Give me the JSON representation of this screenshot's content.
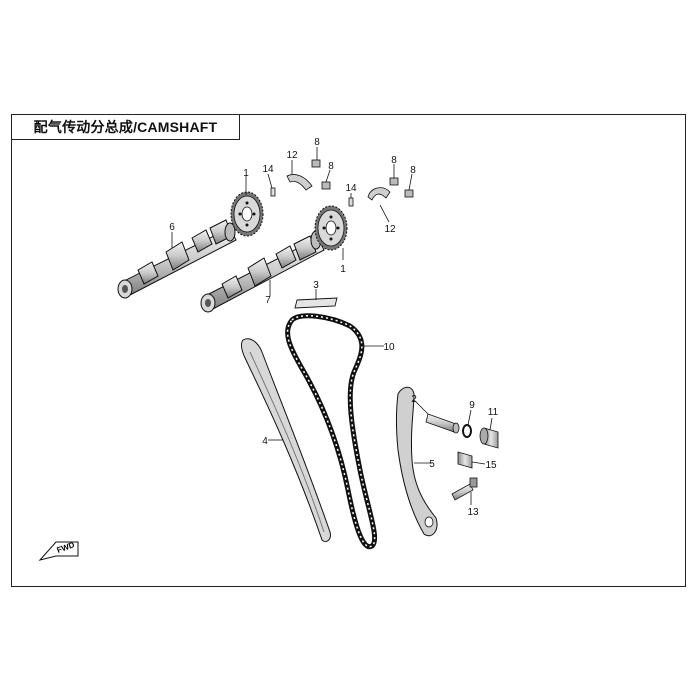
{
  "diagram": {
    "title": "配气传动分总成/CAMSHAFT",
    "fwd_label": "FWD",
    "callouts": [
      "1",
      "1",
      "2",
      "3",
      "4",
      "5",
      "6",
      "7",
      "8",
      "8",
      "8",
      "8",
      "9",
      "10",
      "11",
      "12",
      "12",
      "13",
      "14",
      "14",
      "15"
    ]
  }
}
